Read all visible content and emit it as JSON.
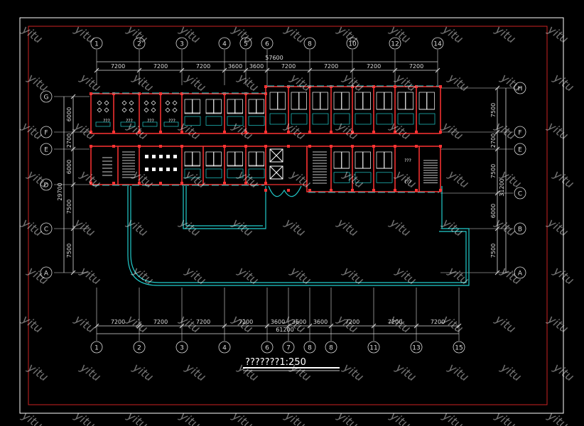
{
  "drawing": {
    "title": "???????1:250",
    "watermark": "yitu",
    "colors": {
      "background": "#000000",
      "frame": "#ffffff",
      "border": "#cc2222",
      "wall": "#ff3333",
      "glass": "#22cccc",
      "dim": "#dddddd",
      "furniture": "#ffffff"
    }
  },
  "top_axes": {
    "labels": [
      "1",
      "2",
      "3",
      "4",
      "5",
      "6",
      "8",
      "10",
      "12",
      "14"
    ],
    "spans": [
      "7200",
      "7200",
      "7200",
      "3600",
      "3600",
      "7200",
      "7200",
      "7200",
      "7200"
    ],
    "total": "57600"
  },
  "bottom_axes": {
    "labels": [
      "1",
      "2",
      "3",
      "4",
      "6",
      "7",
      "8",
      "8",
      "11",
      "13",
      "15"
    ],
    "spans": [
      "7200",
      "7200",
      "7200",
      "7200",
      "3600",
      "3600",
      "3600",
      "7200",
      "7200",
      "7200"
    ],
    "total": "61200"
  },
  "left_axes": {
    "labels": [
      "G",
      "F",
      "E",
      "D",
      "C",
      "A"
    ],
    "spans": [
      "6000",
      "2700",
      "6000",
      "7500",
      "7500"
    ],
    "total": "29700"
  },
  "right_axes": {
    "labels": [
      "H",
      "F",
      "E",
      "C",
      "B",
      "A"
    ],
    "spans": [
      "7500",
      "2700",
      "7500",
      "6000",
      "7500"
    ],
    "total": "31200"
  },
  "room_tags": {
    "upper": [
      "???",
      "???",
      "???",
      "???"
    ],
    "lower": [
      "???",
      "???"
    ]
  }
}
